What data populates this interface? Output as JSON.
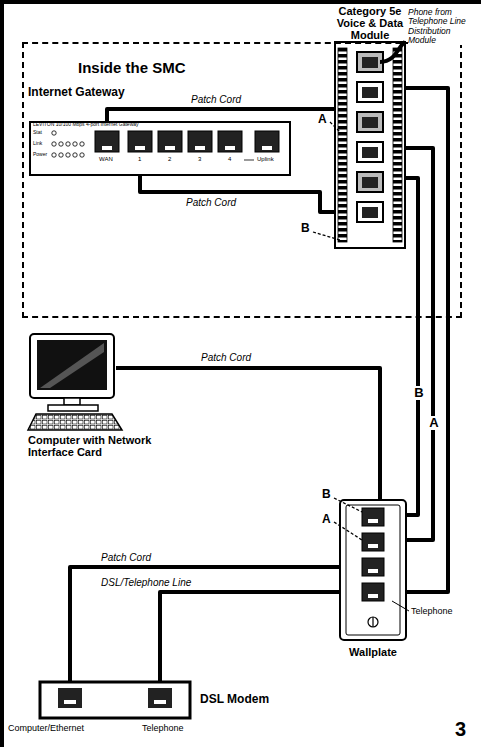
{
  "diagram": {
    "nodes": [
      {
        "text": [
          "Inside the SMC"
        ]
      },
      {
        "text": [
          "Category 5e Voice & Data Module"
        ],
        "in": 0
      },
      {
        "text": [
          "Internet Gateway"
        ],
        "in": 0
      },
      {
        "text": [
          "Computer with Network Interface Card"
        ]
      },
      {
        "text": [
          "Wallplate"
        ]
      },
      {
        "text": [
          "DSL Modem"
        ]
      }
    ],
    "edges": [
      {
        "from": 2,
        "to": 1,
        "label": "Patch Cord",
        "arrow": "none"
      },
      {
        "from": 2,
        "to": 1,
        "label": "Patch Cord",
        "arrow": "none"
      },
      {
        "from": 1,
        "to": 4,
        "label": "B",
        "arrow": "none"
      },
      {
        "from": 1,
        "to": 4,
        "label": "A",
        "arrow": "none"
      },
      {
        "from": 1,
        "to": 4,
        "arrow": "none"
      },
      {
        "from": 3,
        "to": 4,
        "label": "Patch Cord",
        "arrow": "none"
      },
      {
        "from": 4,
        "to": 5,
        "label": "Patch Cord",
        "arrow": "none"
      },
      {
        "from": 4,
        "to": 5,
        "label": "DSL/Telephone Line",
        "arrow": "none"
      }
    ],
    "labels": [
      "LEVITON 10/100 Mbps 4-port Internet Gateway",
      "Stat",
      "Link",
      "Power",
      "WAN",
      "1",
      "2",
      "3",
      "4",
      "Uplink",
      "Phone from Telephone Line Distribution Module",
      "A",
      "B",
      "B",
      "A",
      "Telephone",
      "Computer/Ethernet",
      "Telephone",
      "3"
    ]
  }
}
